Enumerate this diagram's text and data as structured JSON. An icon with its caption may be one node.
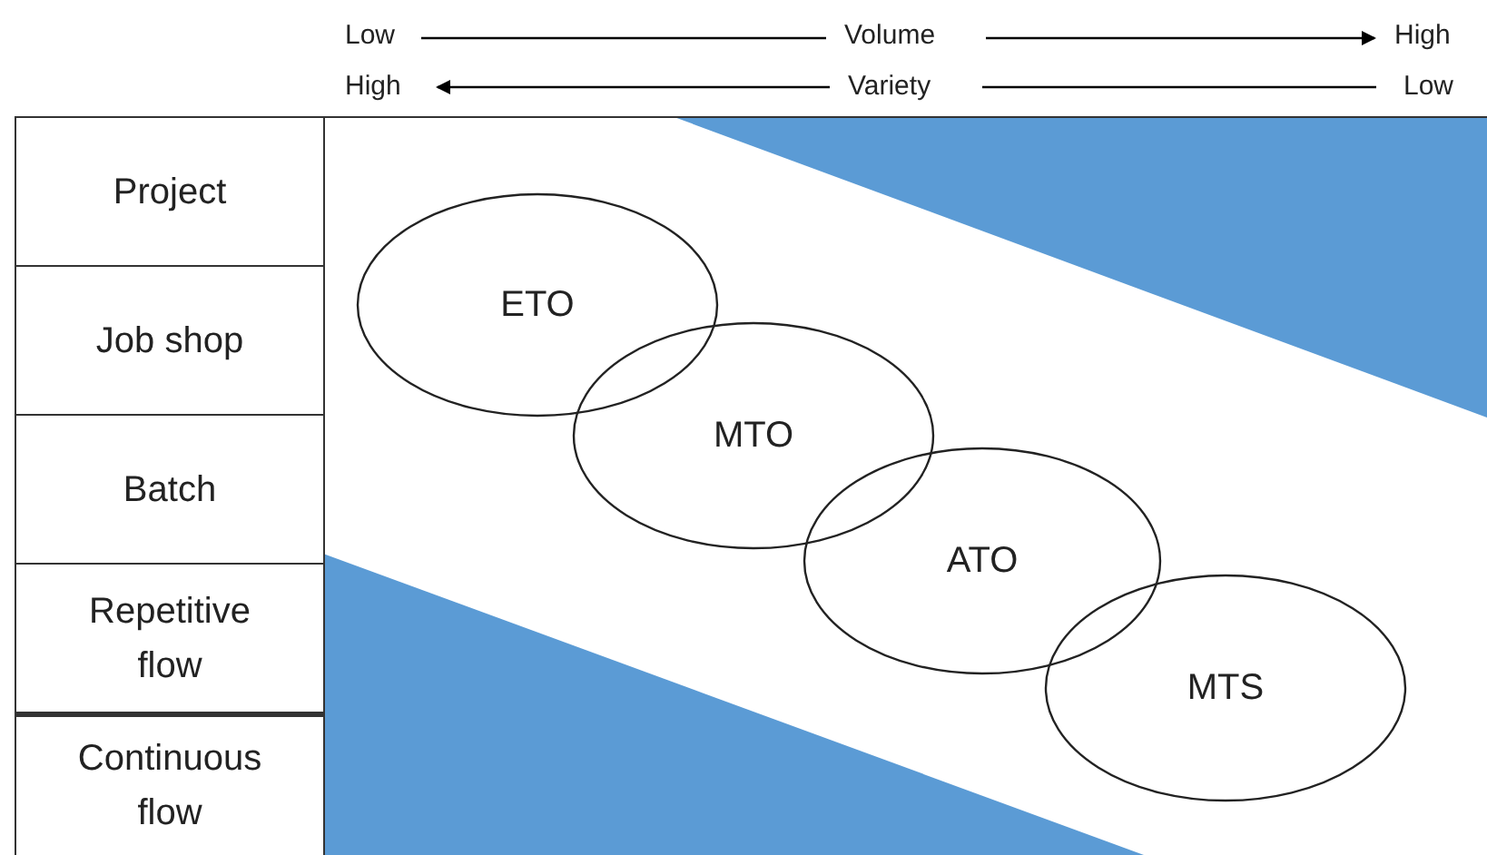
{
  "diagram": {
    "nodes": [
      {
        "text": [
          "Project"
        ]
      },
      {
        "text": [
          "Job shop"
        ]
      },
      {
        "text": [
          "Batch"
        ]
      },
      {
        "text": [
          "Repetitive flow"
        ]
      },
      {
        "text": [
          "Continuous flow"
        ]
      },
      {
        "text": [
          "ETO"
        ]
      },
      {
        "text": [
          "MTO"
        ]
      },
      {
        "text": [
          "ATO"
        ]
      },
      {
        "text": [
          "MTS"
        ]
      },
      {
        "text": [],
        "shape": "triangle"
      },
      {
        "text": [],
        "shape": "triangle"
      }
    ],
    "edges": [],
    "labels": [
      "Low",
      "Volume",
      "High",
      "High",
      "Variety",
      "Low"
    ]
  }
}
